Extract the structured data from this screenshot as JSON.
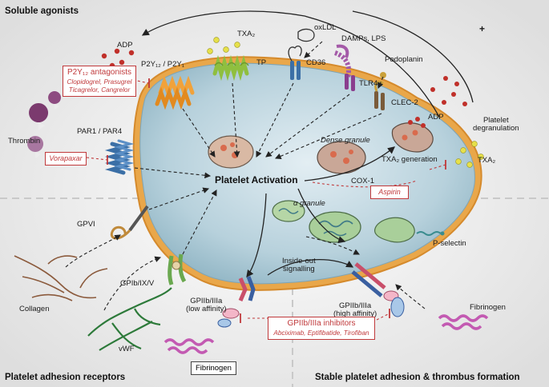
{
  "sections": {
    "soluble_agonists": "Soluble agonists",
    "adhesion_receptors": "Platelet adhesion receptors",
    "stable_adhesion": "Stable platelet adhesion & thrombus formation"
  },
  "center": "Platelet Activation",
  "labels": {
    "adp_top": "ADP",
    "p2y": "P2Y₁₂ / P2Y₁",
    "tp": "TP",
    "txa2_top": "TXA₂",
    "oxldl": "oxLDL",
    "cd36": "CD36",
    "damps": "DAMPs, LPS",
    "tlr4": "TLR4",
    "podoplanin": "Podoplanin",
    "clec2": "CLEC-2",
    "adp_right": "ADP",
    "plus": "+",
    "degran_1": "Platelet",
    "degran_2": "degranulation",
    "txa2_right": "TXA₂",
    "thrombin": "Thrombin",
    "par": "PAR1 / PAR4",
    "dense": "Dense granule",
    "txa2_gen": "TXA₂ generation",
    "cox1": "COX-1",
    "alpha": "α granule",
    "pselectin": "P-selectin",
    "gpvi": "GPVI",
    "collagen": "Collagen",
    "gpib": "GPIb/IX/V",
    "vwf": "vWF",
    "gp_low_1": "GPIIb/IIIa",
    "gp_low_2": "(low affinity)",
    "inside_1": "Inside-out",
    "inside_2": "signalling",
    "gp_high_1": "GPIIb/IIIa",
    "gp_high_2": "(high affinity)",
    "fibrinogen_left": "Fibrinogen",
    "fibrinogen_right": "Fibrinogen"
  },
  "inhibitors": {
    "p2y12_title": "P2Y₁₂ antagonists",
    "p2y12_drugs_1": "Clopidogrel, Prasugrel",
    "p2y12_drugs_2": "Ticagrelor, Cangrelor",
    "vorapaxar": "Vorapaxar",
    "aspirin": "Aspirin",
    "gp_title": "GPIIb/IIIa inhibitors",
    "gp_drugs": "Abciximab, Eptifibatide, Tirofiban"
  },
  "colors": {
    "cytoplasm": "#b9d3de",
    "membrane": "#e7a84e",
    "inhibitor": "#c0393b",
    "receptor_orange": "#f1a23a",
    "receptor_green": "#8fbf3f",
    "receptor_blue": "#3b6fa6",
    "receptor_purple": "#a45aa8",
    "granule_alpha": "#a9cf9a",
    "granule_dense": "#d9b9a4"
  }
}
